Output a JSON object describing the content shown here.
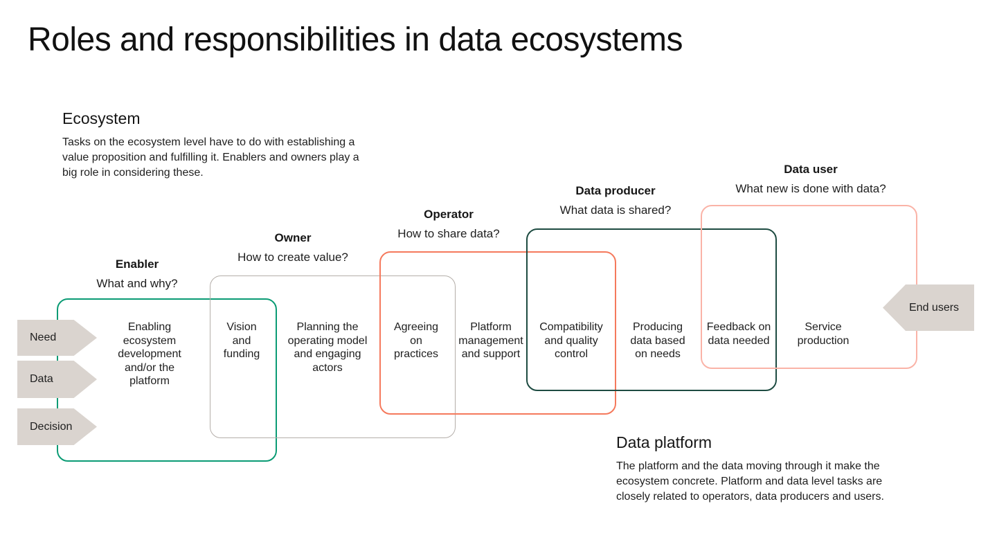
{
  "title": "Roles and responsibilities in data ecosystems",
  "ecosystem_note": {
    "heading": "Ecosystem",
    "body": "Tasks on the ecosystem level have to do with establishing a value proposition and fulfilling it. Enablers and owners play a big role in considering these."
  },
  "data_platform_note": {
    "heading": "Data platform",
    "body": "The platform and the data moving through it make the ecosystem concrete. Platform and data level tasks are closely related to operators, data producers and users."
  },
  "roles": [
    {
      "name": "Enabler",
      "question": "What and why?",
      "color": "#0a9b74"
    },
    {
      "name": "Owner",
      "question": "How to create value?",
      "color": "#b4aea9"
    },
    {
      "name": "Operator",
      "question": "How to share data?",
      "color": "#f5795c"
    },
    {
      "name": "Data producer",
      "question": "What data is shared?",
      "color": "#1d4b41"
    },
    {
      "name": "Data user",
      "question": "What new is done with data?",
      "color": "#fab3a7"
    }
  ],
  "tasks": [
    "Enabling\necosystem\ndevelopment\nand/or the\nplatform",
    "Vision\nand\nfunding",
    "Planning the\noperating model\nand engaging\nactors",
    "Agreeing\non\npractices",
    "Platform\nmanagement\nand support",
    "Compatibility\nand quality\ncontrol",
    "Producing\ndata based\non needs",
    "Feedback on\ndata needed",
    "Service\nproduction"
  ],
  "input_arrows": [
    "Need",
    "Data",
    "Decision"
  ],
  "end_users_label": "End users",
  "colors": {
    "arrow_fill": "#dad4cf",
    "text": "#1e1e1e",
    "background": "#ffffff"
  }
}
